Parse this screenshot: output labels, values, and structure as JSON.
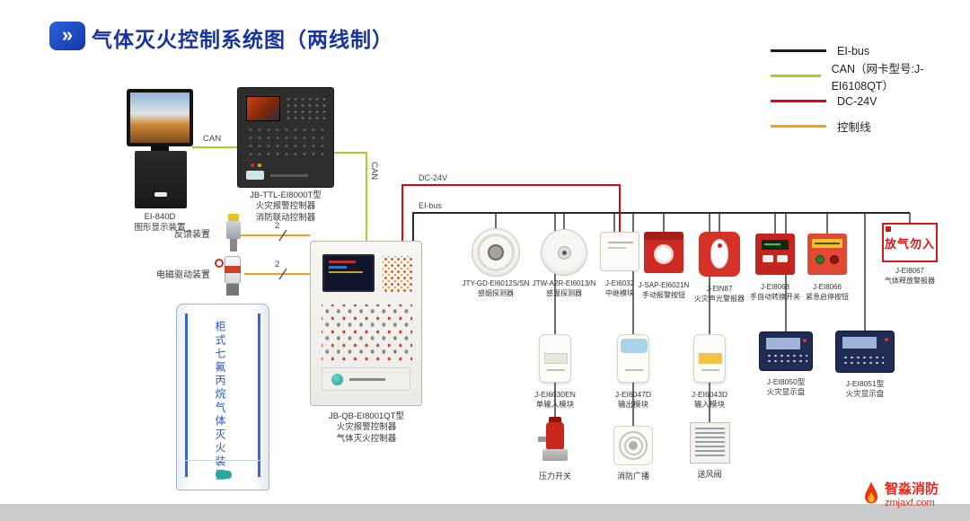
{
  "title": "气体灭火控制系统图（两线制）",
  "legend": [
    {
      "label": "EI-bus",
      "color": "#1a1a1a"
    },
    {
      "label": "CAN（网卡型号:J-EI6108QT）",
      "color": "#aacd2a"
    },
    {
      "label": "DC-24V",
      "color": "#e60012"
    },
    {
      "label": "控制线",
      "color": "#f59a23"
    }
  ],
  "wire_labels": {
    "can_a": "CAN",
    "can_b": "CAN",
    "dc": "DC-24V",
    "ei": "EI-bus",
    "two_a": "2",
    "two_b": "2"
  },
  "devices": {
    "display": {
      "line1": "EI-840D",
      "line2": "图形显示装置"
    },
    "fire_controller": {
      "line1": "JB-TTL-EI8000T型",
      "line2": "火灾报警控制器",
      "line3": "消防联动控制器"
    },
    "feedback": {
      "label": "反馈装置"
    },
    "solenoid": {
      "label": "电磁驱动装置"
    },
    "cabinet": {
      "label": "柜式七氟丙烷气体灭火装置"
    },
    "gas_controller": {
      "line1": "JB-QB-EI8001QT型",
      "line2": "火灾报警控制器",
      "line3": "气体灭火控制器"
    },
    "smoke": {
      "line1": "JTY-GD-EI6012S/SN",
      "line2": "感烟探测器"
    },
    "heat": {
      "line1": "JTW-A2R-EI6013/N",
      "line2": "感温探测器"
    },
    "relay": {
      "line1": "J-EI6032",
      "line2": "中继模块"
    },
    "manual_alarm": {
      "line1": "J-SAP-EI6021N",
      "line2": "手动报警按钮"
    },
    "sound_light": {
      "line1": "J-EIN87",
      "line2": "火灾声光警报器"
    },
    "auto_switch": {
      "line1": "J-EI8068",
      "line2": "手自动转换开关"
    },
    "emergency": {
      "line1": "J-EI8066",
      "line2": "紧急启停按钮"
    },
    "gas_sign": {
      "display": "放气勿入",
      "line1": "J-EI8067",
      "line2": "气体释放警报器"
    },
    "input_single": {
      "line1": "J-EI6030EN",
      "line2": "单输入模块"
    },
    "output_module": {
      "line1": "J-EI6047D",
      "line2": "输出模块"
    },
    "input_module": {
      "line1": "J-EI6043D",
      "line2": "输入模块"
    },
    "display_panel_1": {
      "line1": "J-EI8050型",
      "line2": "火灾显示盘"
    },
    "display_panel_2": {
      "line1": "J-EI8051型",
      "line2": "火灾显示盘"
    },
    "pressure": {
      "label": "压力开关"
    },
    "broadcast": {
      "label": "消防广播"
    },
    "valve": {
      "label": "送风阀"
    }
  },
  "watermark": {
    "name": "智淼消防",
    "site": "zmjaxf.com"
  }
}
